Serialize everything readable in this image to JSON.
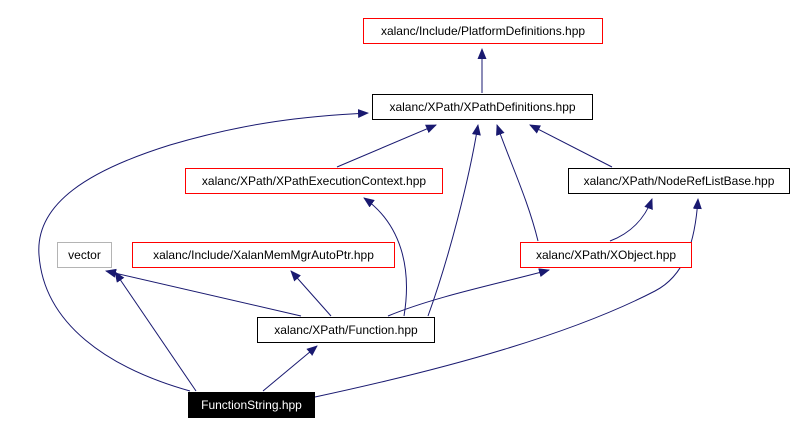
{
  "colors": {
    "edge": "#191970",
    "red_border": "#ff0000",
    "black_border": "#000000",
    "gray_border": "#b4b4b4",
    "root_bg": "#000000",
    "root_text": "#ffffff",
    "node_bg": "#ffffff",
    "background": "#ffffff"
  },
  "nodes": {
    "platform_definitions": {
      "label": "xalanc/Include/PlatformDefinitions.hpp",
      "style": "red"
    },
    "xpath_definitions": {
      "label": "xalanc/XPath/XPathDefinitions.hpp",
      "style": "black"
    },
    "xpath_execution_context": {
      "label": "xalanc/XPath/XPathExecutionContext.hpp",
      "style": "red"
    },
    "node_ref_list_base": {
      "label": "xalanc/XPath/NodeRefListBase.hpp",
      "style": "black"
    },
    "vector": {
      "label": "vector",
      "style": "gray"
    },
    "xalan_mem_mgr_auto_ptr": {
      "label": "xalanc/Include/XalanMemMgrAutoPtr.hpp",
      "style": "red"
    },
    "xobject": {
      "label": "xalanc/XPath/XObject.hpp",
      "style": "red"
    },
    "function": {
      "label": "xalanc/XPath/Function.hpp",
      "style": "black"
    },
    "function_string": {
      "label": "FunctionString.hpp",
      "style": "root"
    }
  },
  "edges": [
    {
      "from": "xpath_definitions",
      "to": "platform_definitions"
    },
    {
      "from": "xpath_execution_context",
      "to": "xpath_definitions"
    },
    {
      "from": "node_ref_list_base",
      "to": "xpath_definitions"
    },
    {
      "from": "xobject",
      "to": "xpath_definitions"
    },
    {
      "from": "xobject",
      "to": "node_ref_list_base"
    },
    {
      "from": "function",
      "to": "xpath_execution_context"
    },
    {
      "from": "function",
      "to": "xpath_definitions"
    },
    {
      "from": "function",
      "to": "xalan_mem_mgr_auto_ptr"
    },
    {
      "from": "function",
      "to": "vector"
    },
    {
      "from": "function",
      "to": "xobject"
    },
    {
      "from": "function_string",
      "to": "function"
    },
    {
      "from": "function_string",
      "to": "vector"
    },
    {
      "from": "function_string",
      "to": "xpath_definitions"
    },
    {
      "from": "function_string",
      "to": "node_ref_list_base"
    }
  ]
}
